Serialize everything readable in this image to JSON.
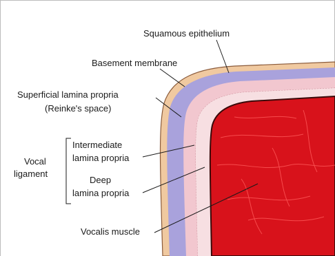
{
  "labels": {
    "squamous_epithelium": "Squamous epithelium",
    "basement_membrane": "Basement membrane",
    "superficial_lp_line1": "Superficial lamina propria",
    "superficial_lp_line2": "(Reinke's space)",
    "intermediate_lp_line1": "Intermediate",
    "intermediate_lp_line2": "lamina propria",
    "deep_lp_line1": "Deep",
    "deep_lp_line2": "lamina propria",
    "vocal_ligament_line1": "Vocal",
    "vocal_ligament_line2": "ligament",
    "vocalis_muscle": "Vocalis muscle"
  },
  "colors": {
    "epithelium": "#f0c9a0",
    "epithelium_edge": "#8a5a3a",
    "superficial_layer": "#a9a2dc",
    "intermediate_layer": "#f2c7cf",
    "deep_layer": "#f7dfe2",
    "muscle": "#d8121b",
    "muscle_edge": "#3a0a0a",
    "muscle_fiber": "#ff5a5a"
  }
}
